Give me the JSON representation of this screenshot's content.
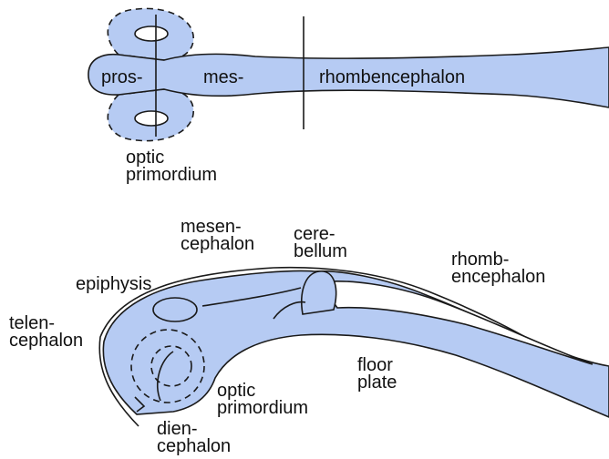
{
  "colors": {
    "tissue_fill": "#b6cbf3",
    "outline": "#1a1a1a",
    "text": "#111111",
    "background": "#ffffff"
  },
  "top_view": {
    "region_labels": {
      "prosencephalon": "pros-",
      "mesencephalon": "mes-",
      "rhombencephalon": "rhombencephalon"
    },
    "optic_label": [
      "optic",
      "primordium"
    ]
  },
  "side_view": {
    "labels": {
      "mesencephalon": [
        "mesen-",
        "cephalon"
      ],
      "cerebellum": [
        "cere-",
        "bellum"
      ],
      "rhombencephalon": [
        "rhomb-",
        "encephalon"
      ],
      "epiphysis": [
        "epiphysis"
      ],
      "telencephalon": [
        "telen-",
        "cephalon"
      ],
      "floor_plate": [
        "floor",
        "plate"
      ],
      "optic_primordium": [
        "optic",
        "primordium"
      ],
      "diencephalon": [
        "dien-",
        "cephalon"
      ]
    }
  }
}
